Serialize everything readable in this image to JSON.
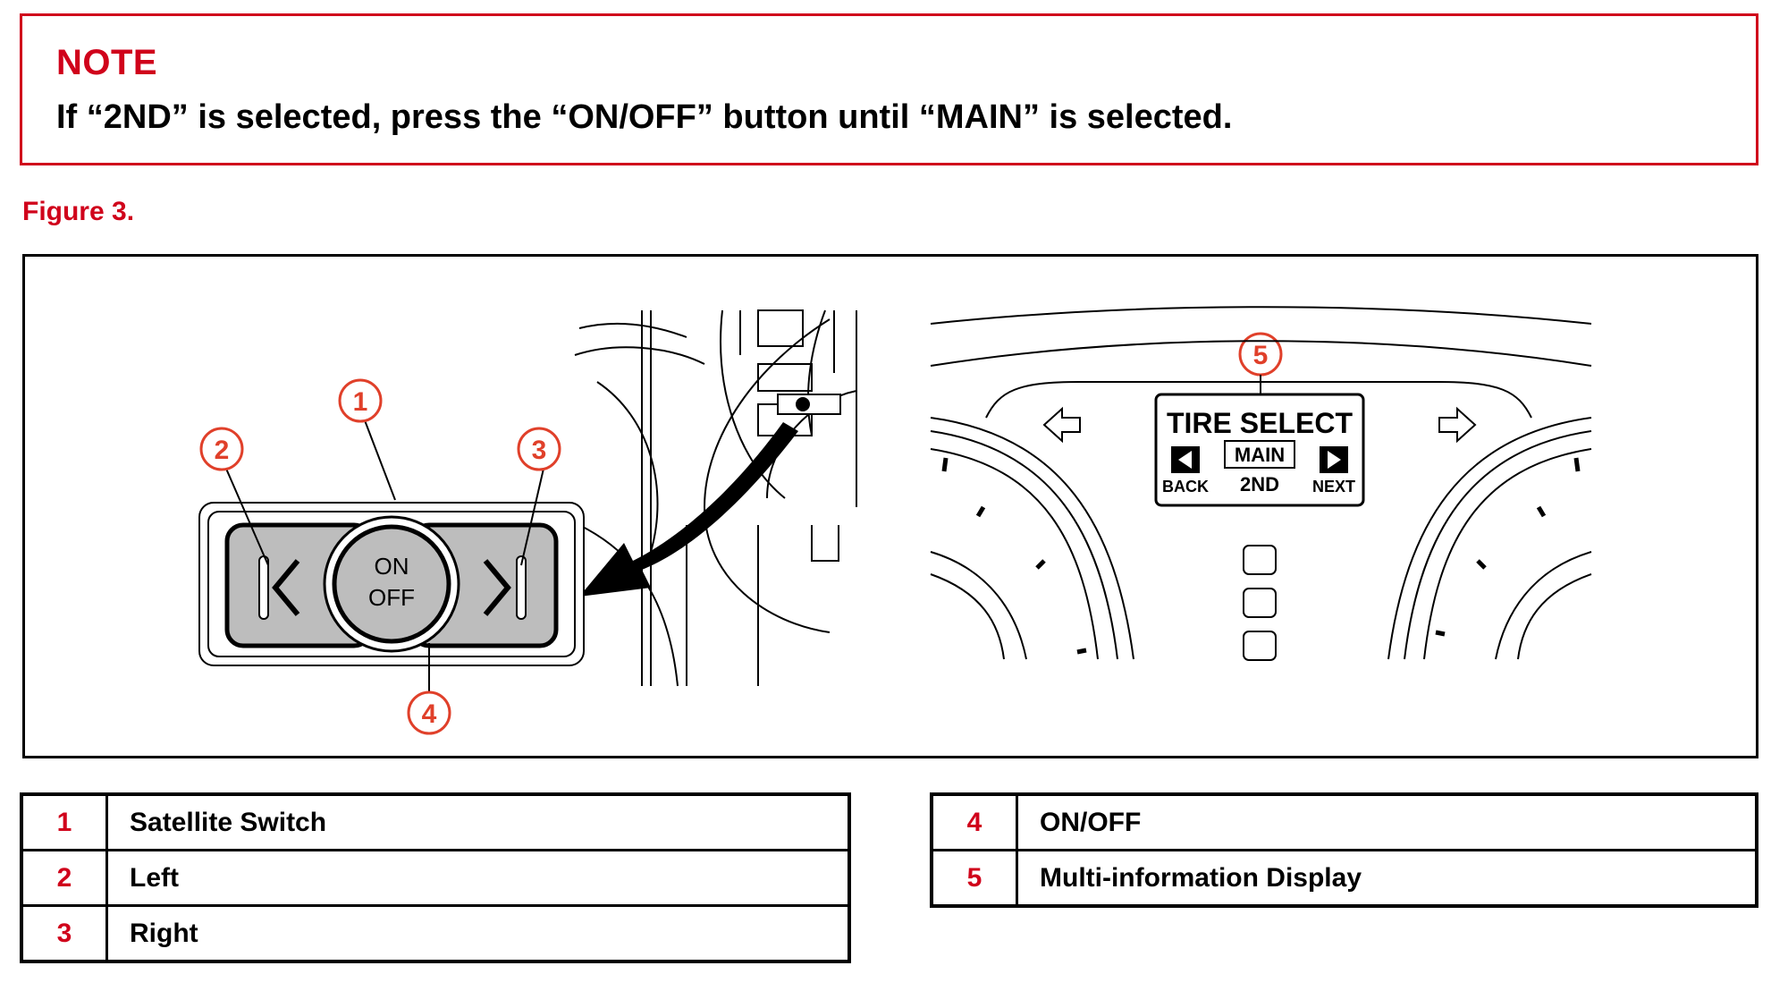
{
  "note": {
    "title": "NOTE",
    "text": "If “2ND” is selected, press the “ON/OFF” button until “MAIN” is selected."
  },
  "figure": {
    "label": "Figure 3.",
    "switch": {
      "on_label": "ON",
      "off_label": "OFF"
    },
    "display": {
      "title": "TIRE SELECT",
      "main": "MAIN",
      "second": "2ND",
      "back": "BACK",
      "next": "NEXT"
    },
    "callouts": [
      "1",
      "2",
      "3",
      "4",
      "5"
    ]
  },
  "legend": {
    "left": [
      {
        "num": "1",
        "label": "Satellite Switch"
      },
      {
        "num": "2",
        "label": "Left"
      },
      {
        "num": "3",
        "label": "Right"
      }
    ],
    "right": [
      {
        "num": "4",
        "label": "ON/OFF"
      },
      {
        "num": "5",
        "label": "Multi-information Display"
      }
    ]
  },
  "colors": {
    "accent": "#d0021b",
    "callout": "#e0402a",
    "button_gray": "#bdbdbd"
  }
}
